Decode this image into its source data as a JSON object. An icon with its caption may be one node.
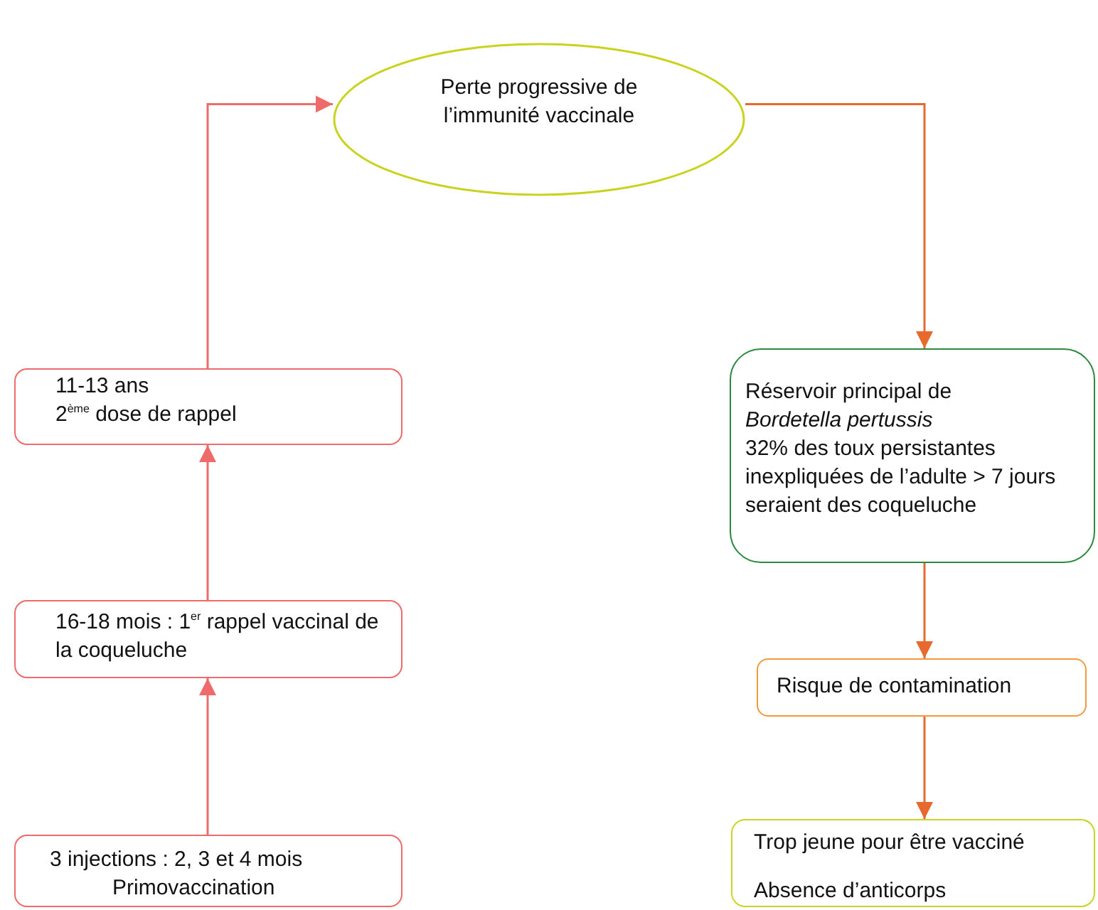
{
  "diagram": {
    "nodes": [
      {
        "text": [
          "Perte progressive de l’immunité vaccinale"
        ]
      },
      {
        "text": [
          "11-13 ans",
          "2$^{ème}$ dose de rappel"
        ]
      },
      {
        "text": [
          "16-18 mois : 1$^{er}$ rappel vaccinal de la coqueluche"
        ]
      },
      {
        "text": [
          "3 injections : 2, 3 et 4 mois",
          "Primovaccination"
        ]
      },
      {
        "text": [
          "Réservoir principal de *Bordetella pertussis*",
          "32% des toux persistantes inexpliquées de l’adulte > 7 jours seraient des coqueluche"
        ]
      },
      {
        "text": [
          "Risque de contamination"
        ]
      },
      {
        "text": [
          "Trop jeune pour être vacciné",
          "Absence d’anticorps"
        ]
      }
    ],
    "edges": [
      {
        "from": 3,
        "to": 2,
        "arrow": "to",
        "color": "#ef6b6b"
      },
      {
        "from": 2,
        "to": 1,
        "arrow": "to",
        "color": "#ef6b6b"
      },
      {
        "from": 1,
        "to": 0,
        "arrow": "to",
        "color": "#ef6b6b"
      },
      {
        "from": 0,
        "to": 4,
        "arrow": "to",
        "color": "#e8692e"
      },
      {
        "from": 4,
        "to": 5,
        "arrow": "to",
        "color": "#e8692e"
      },
      {
        "from": 5,
        "to": 6,
        "arrow": "to",
        "color": "#e8692e"
      }
    ]
  }
}
